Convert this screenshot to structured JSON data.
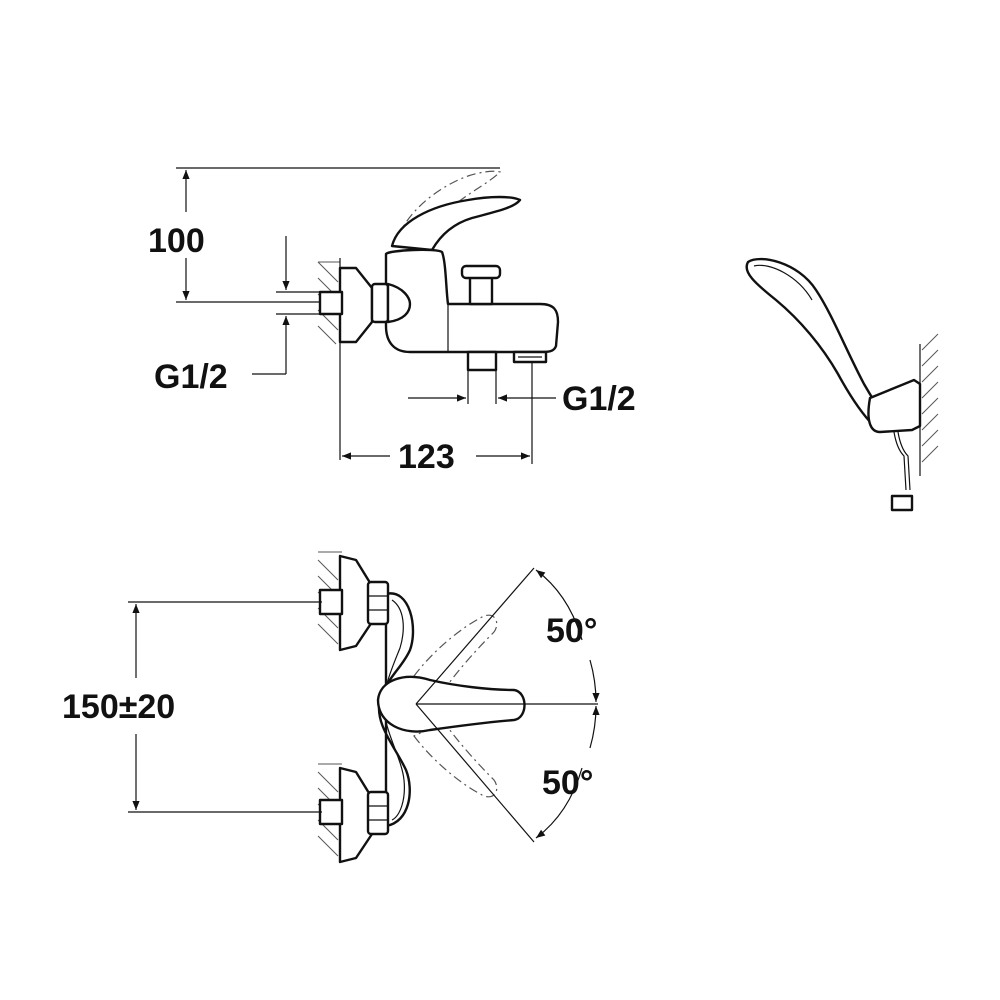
{
  "side_view": {
    "height_label": "100",
    "inlet_thread_label": "G1/2",
    "outlet_thread_label": "G1/2",
    "projection_label": "123"
  },
  "top_view": {
    "spacing_label": "150±20",
    "rotation_upper_label": "50°",
    "rotation_lower_label": "50°"
  },
  "colors": {
    "line": "#111111",
    "background": "#ffffff"
  }
}
